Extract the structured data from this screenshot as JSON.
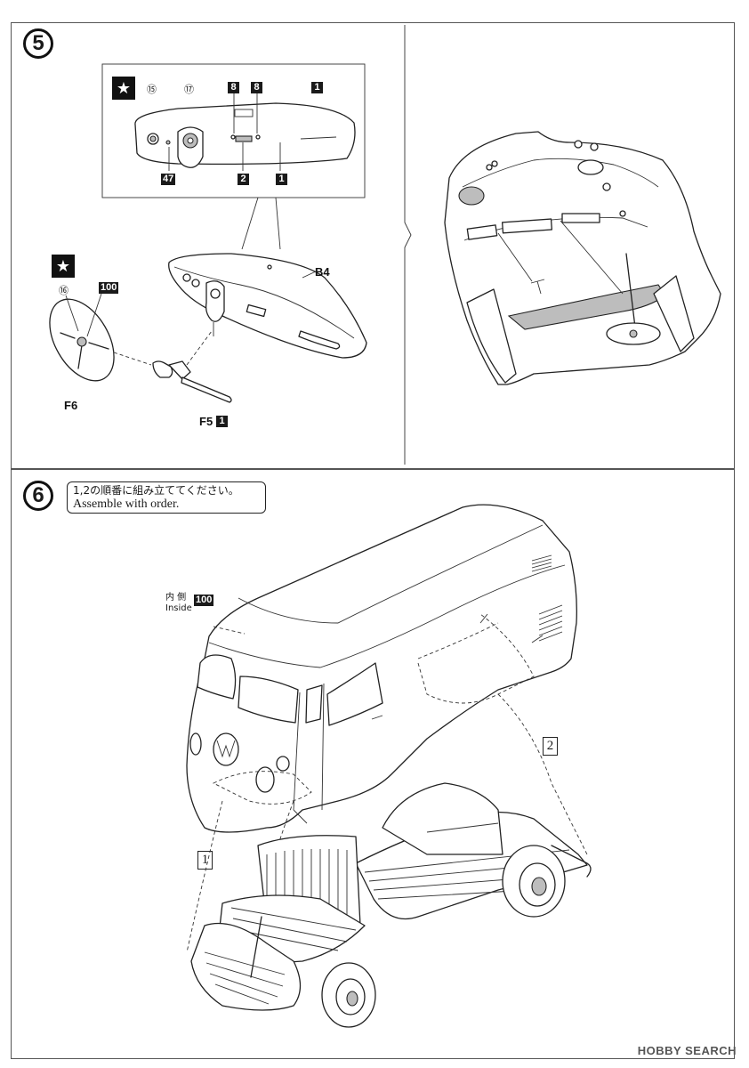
{
  "step5": {
    "number": "5",
    "detail_tags": {
      "c15": "⑮",
      "c17": "⑰",
      "t8a": "8",
      "t8b": "8",
      "t1a": "1",
      "t47": "47",
      "t2": "2",
      "t1b": "1"
    },
    "star": "★",
    "labels": {
      "b4": "B4",
      "f6": "F6",
      "f5": "F5",
      "f5_tag": "1",
      "c16": "⑯",
      "t100": "100"
    }
  },
  "step6": {
    "number": "6",
    "note_jp": "1,2の順番に組み立ててください。",
    "note_en": "Assemble with order.",
    "inside_jp": "内 側",
    "inside_en": "Inside",
    "inside_tag": "100",
    "seq1": "1",
    "seq2": "2"
  },
  "watermark": "HOBBY SEARCH"
}
